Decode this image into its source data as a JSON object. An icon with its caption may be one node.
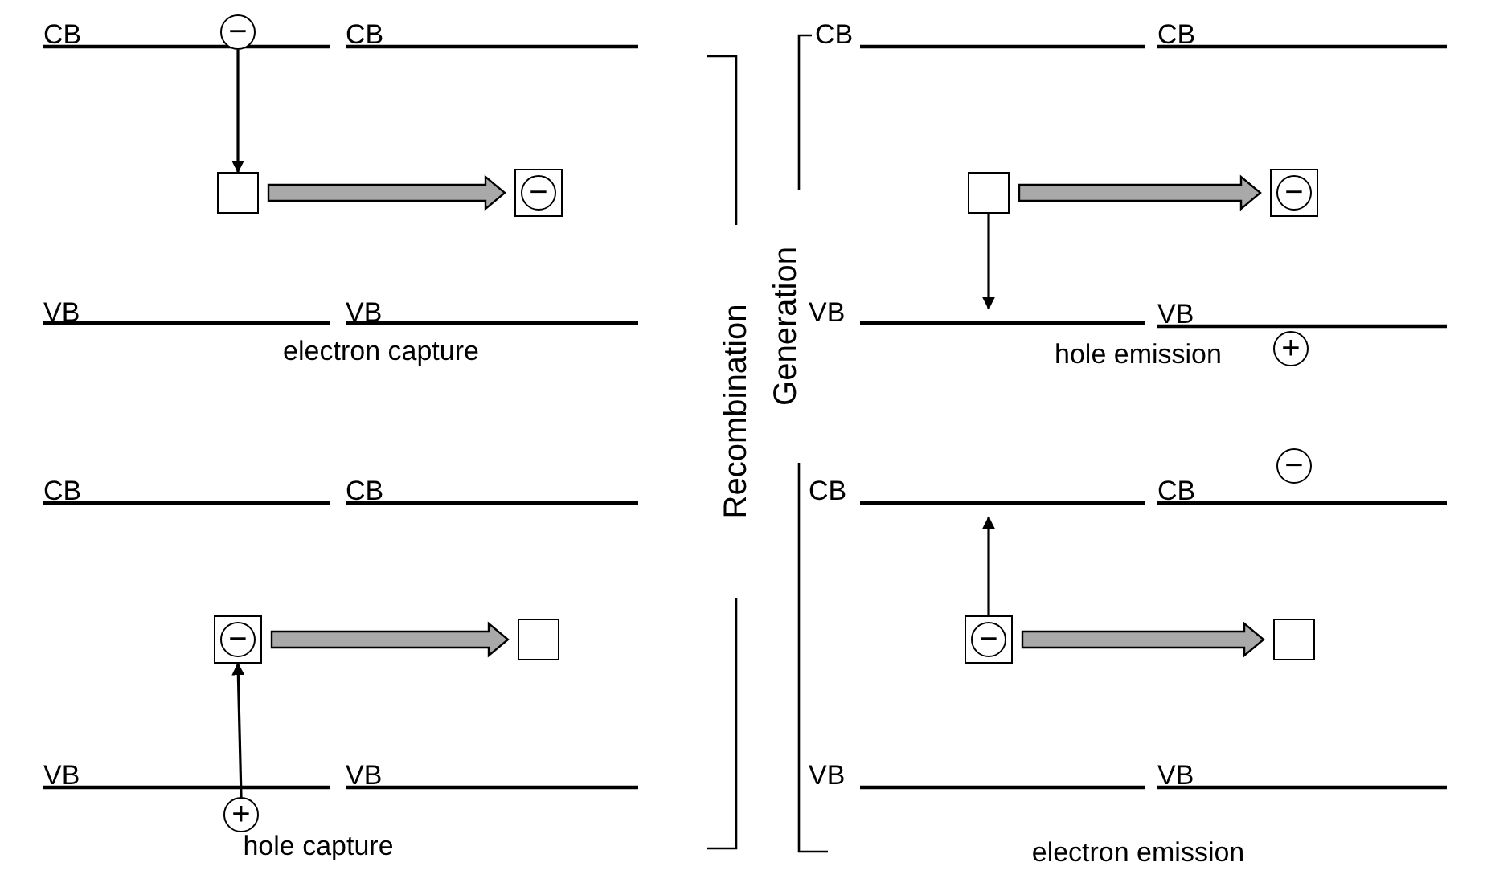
{
  "diagram": {
    "nodes": [
      {
        "text": [
          "−"
        ]
      },
      {
        "text": [],
        "shape": "box"
      },
      {
        "text": [],
        "shape": "box"
      },
      {
        "text": [
          "−"
        ],
        "in": 2
      },
      {
        "text": [],
        "shape": "box"
      },
      {
        "text": [],
        "shape": "box"
      },
      {
        "text": [
          "−"
        ],
        "in": 5
      },
      {
        "text": [
          "+"
        ]
      },
      {
        "text": [
          "−"
        ]
      },
      {
        "text": [],
        "shape": "box"
      },
      {
        "text": [
          "−"
        ],
        "in": 9
      },
      {
        "text": [],
        "shape": "box"
      },
      {
        "text": [],
        "shape": "box"
      },
      {
        "text": [
          "−"
        ],
        "in": 12
      },
      {
        "text": [],
        "shape": "box"
      },
      {
        "text": [
          "+"
        ]
      }
    ],
    "edges": [
      {
        "from": 0,
        "to": 1,
        "arrow": "to"
      },
      {
        "from": 1,
        "to": 2,
        "arrow": "to",
        "style": "thick"
      },
      {
        "from": 4,
        "to": null,
        "arrow": "to"
      },
      {
        "from": 4,
        "to": 5,
        "arrow": "to",
        "style": "thick"
      },
      {
        "from": 9,
        "to": 11,
        "arrow": "to",
        "style": "thick"
      },
      {
        "from": 15,
        "to": 9,
        "arrow": "to"
      },
      {
        "from": 12,
        "to": null,
        "arrow": "to"
      },
      {
        "from": 12,
        "to": 14,
        "arrow": "to",
        "style": "thick"
      }
    ],
    "labels": [
      "CB",
      "CB",
      "CB",
      "CB",
      "VB",
      "VB",
      "VB",
      "VB",
      "electron capture",
      "hole emission",
      "CB",
      "CB",
      "CB",
      "CB",
      "VB",
      "VB",
      "VB",
      "VB",
      "hole capture",
      "electron emission",
      "Recombination",
      "Generation"
    ]
  }
}
